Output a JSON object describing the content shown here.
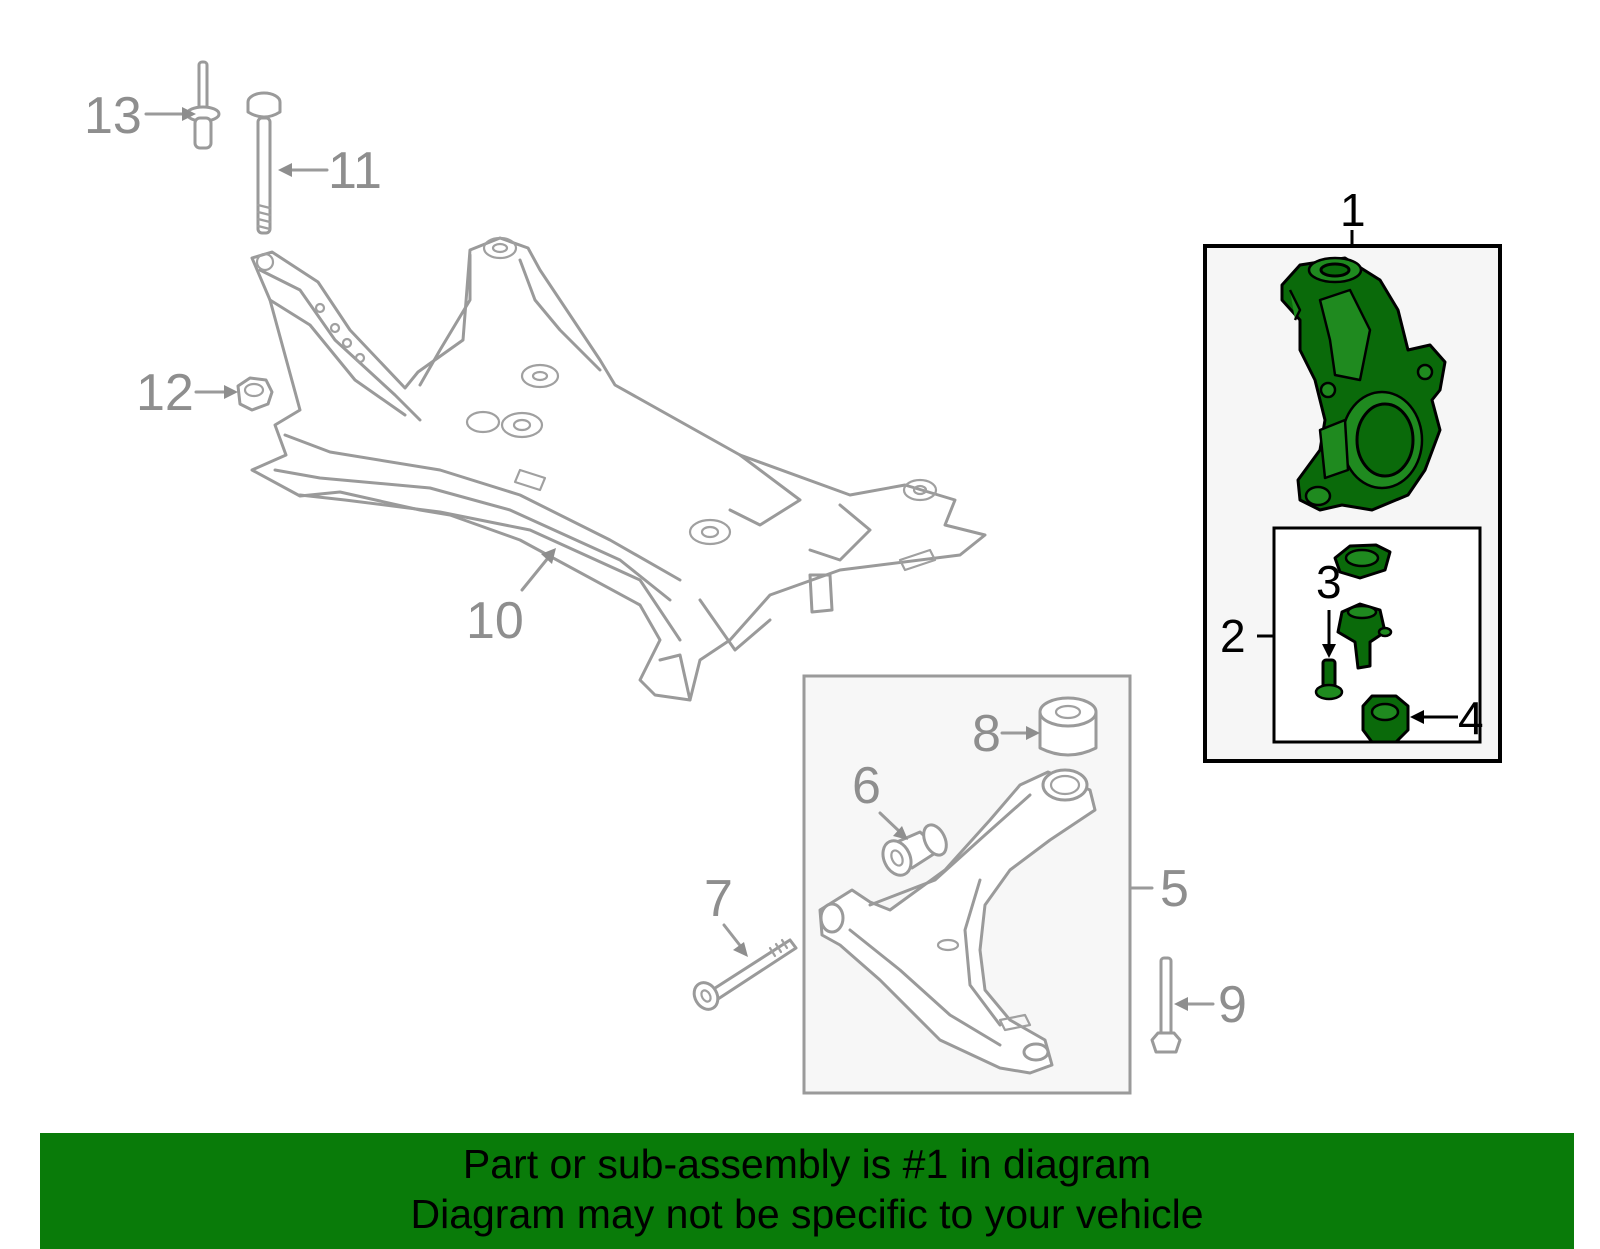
{
  "callouts": {
    "c1": "1",
    "c2": "2",
    "c3": "3",
    "c4": "4",
    "c5": "5",
    "c6": "6",
    "c7": "7",
    "c8": "8",
    "c9": "9",
    "c10": "10",
    "c11": "11",
    "c12": "12",
    "c13": "13"
  },
  "highlighted_part": "1",
  "colors": {
    "highlight": "#0a6a0a",
    "banner": "#097b09",
    "unselected": "#9a9a9a"
  },
  "banner": {
    "line1": "Part or sub-assembly is #1 in diagram",
    "line2": "Diagram may not be specific to your vehicle"
  }
}
